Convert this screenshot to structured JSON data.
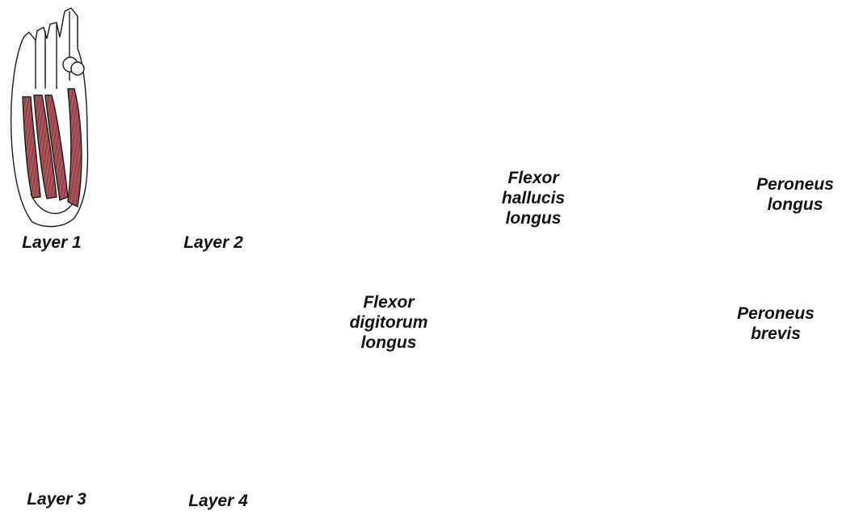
{
  "panels": {
    "layers": [
      {
        "label": "Layer 1"
      },
      {
        "label": "Layer 2"
      },
      {
        "label": "Layer 3"
      },
      {
        "label": "Layer 4"
      }
    ],
    "flexors": {
      "flexor_hallucis_longus": [
        "Flexor",
        "hallucis",
        "longus"
      ],
      "flexor_digitorum_longus": [
        "Flexor",
        "digitorum",
        "longus"
      ]
    },
    "peroneals": {
      "peroneus_longus": [
        "Peroneus",
        "longus"
      ],
      "peroneus_brevis": [
        "Peroneus",
        "brevis"
      ]
    }
  },
  "colors": {
    "muscle": "#a04a4e",
    "muscle_light": "#c9868a",
    "muscle_stripe": "#6e2226",
    "bone": "#ffffff",
    "outline": "#1a1a1a",
    "shadow": "#b8b8b8"
  }
}
